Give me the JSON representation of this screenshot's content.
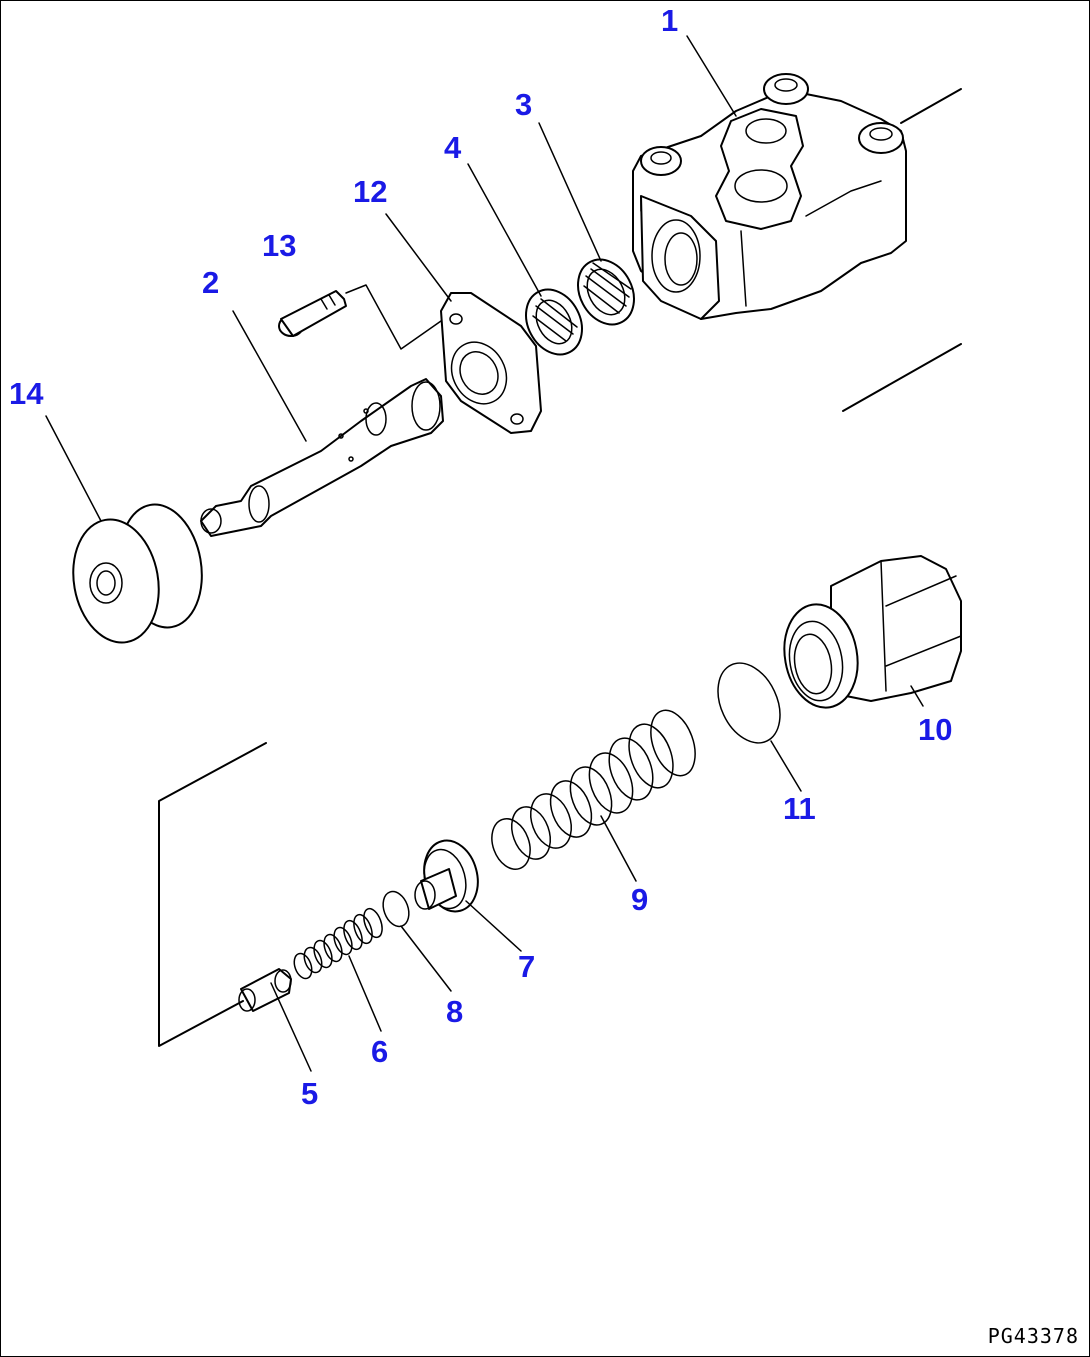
{
  "diagram": {
    "drawing_code": "PG43378",
    "callouts": [
      {
        "id": "1",
        "text": "1"
      },
      {
        "id": "2",
        "text": "2"
      },
      {
        "id": "3",
        "text": "3"
      },
      {
        "id": "4",
        "text": "4"
      },
      {
        "id": "5",
        "text": "5"
      },
      {
        "id": "6",
        "text": "6"
      },
      {
        "id": "7",
        "text": "7"
      },
      {
        "id": "8",
        "text": "8"
      },
      {
        "id": "9",
        "text": "9"
      },
      {
        "id": "10",
        "text": "10"
      },
      {
        "id": "11",
        "text": "11"
      },
      {
        "id": "12",
        "text": "12"
      },
      {
        "id": "13",
        "text": "13"
      },
      {
        "id": "14",
        "text": "14"
      }
    ],
    "colors": {
      "callout": "#1a1ae6",
      "line": "#000000",
      "background": "#ffffff"
    }
  }
}
